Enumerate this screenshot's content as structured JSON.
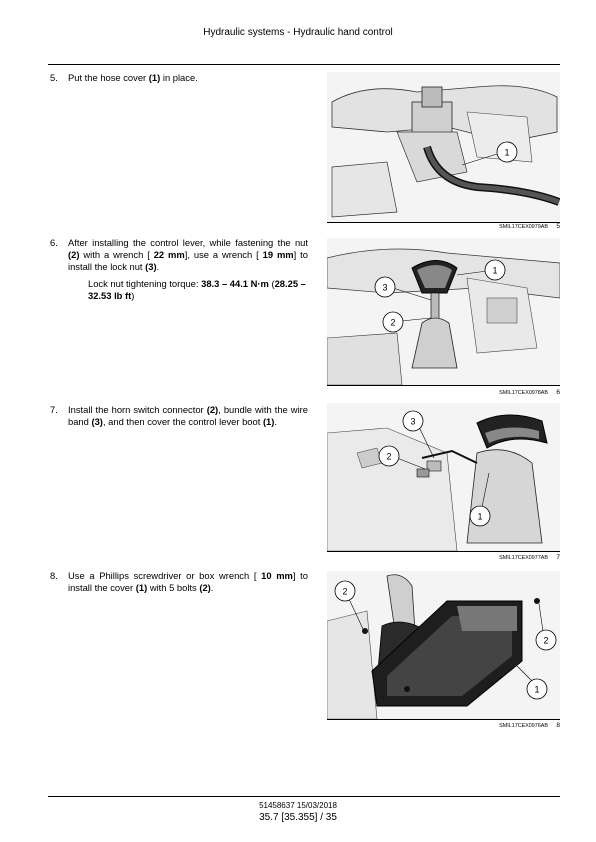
{
  "header": {
    "title": "Hydraulic systems - Hydraulic hand control"
  },
  "steps": [
    {
      "num": "5.",
      "parts": [
        {
          "t": "Put the hose cover "
        },
        {
          "t": "(1)",
          "b": true
        },
        {
          "t": " in place."
        }
      ]
    },
    {
      "num": "6.",
      "parts": [
        {
          "t": "After installing the control lever, while fastening the nut "
        },
        {
          "t": "(2)",
          "b": true
        },
        {
          "t": " with a wrench [ "
        },
        {
          "t": "22 mm",
          "b": true
        },
        {
          "t": "], use a wrench [ "
        },
        {
          "t": "19 mm",
          "b": true
        },
        {
          "t": "] to install the lock nut "
        },
        {
          "t": "(3)",
          "b": true
        },
        {
          "t": "."
        }
      ],
      "sub": [
        {
          "t": "Lock nut tightening torque: "
        },
        {
          "t": "38.3 – 44.1 N·m",
          "b": true
        },
        {
          "t": " ("
        },
        {
          "t": "28.25 – 32.53 lb ft",
          "b": true
        },
        {
          "t": ")"
        }
      ]
    },
    {
      "num": "7.",
      "parts": [
        {
          "t": "Install the horn switch connector "
        },
        {
          "t": "(2)",
          "b": true
        },
        {
          "t": ", bundle with the wire band "
        },
        {
          "t": "(3)",
          "b": true
        },
        {
          "t": ", and then cover the control lever boot "
        },
        {
          "t": "(1)",
          "b": true
        },
        {
          "t": "."
        }
      ]
    },
    {
      "num": "8.",
      "parts": [
        {
          "t": "Use a Phillips screwdriver or box wrench [ "
        },
        {
          "t": "10 mm",
          "b": true
        },
        {
          "t": "] to install the cover "
        },
        {
          "t": "(1)",
          "b": true
        },
        {
          "t": " with 5 bolts "
        },
        {
          "t": "(2)",
          "b": true
        },
        {
          "t": "."
        }
      ]
    }
  ],
  "figures": [
    {
      "code": "SMIL17CEX0979AB",
      "num": "5",
      "callouts": [
        "1"
      ]
    },
    {
      "code": "SMIL17CEX0978AB",
      "num": "6",
      "callouts": [
        "1",
        "3",
        "2"
      ]
    },
    {
      "code": "SMIL17CEX0977AB",
      "num": "7",
      "callouts": [
        "3",
        "2",
        "1"
      ]
    },
    {
      "code": "SMIL17CEX0976AB",
      "num": "8",
      "callouts": [
        "2",
        "2",
        "1"
      ]
    }
  ],
  "footer": {
    "doc": "51458637 15/03/2018",
    "page": "35.7 [35.355] / 35"
  }
}
